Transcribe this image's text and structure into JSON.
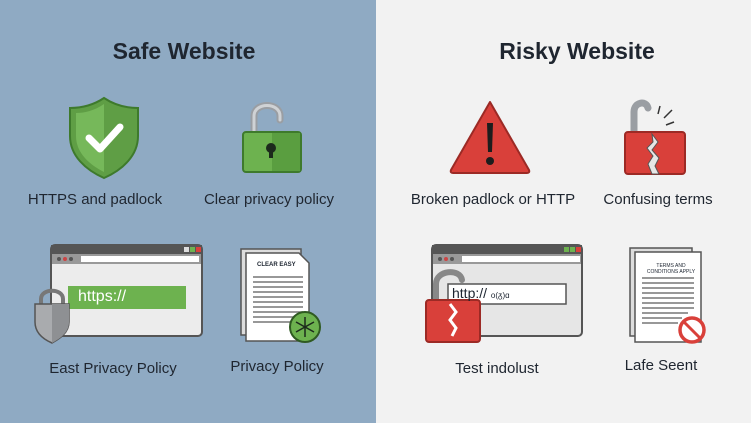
{
  "safe": {
    "title": "Safe Website",
    "items": [
      {
        "label": "HTTPS and padlock",
        "icon": "shield-check-icon"
      },
      {
        "label": "Clear privacy policy",
        "icon": "padlock-icon"
      },
      {
        "label": "East Privacy Policy",
        "icon": "browser-https-icon",
        "url_text": "https://"
      },
      {
        "label": "Privacy Policy",
        "icon": "document-icon",
        "doc_heading": "CLEAR EASY"
      }
    ]
  },
  "risky": {
    "title": "Risky Website",
    "items": [
      {
        "label": "Broken padlock or HTTP",
        "icon": "warning-triangle-icon"
      },
      {
        "label": "Confusing terms",
        "icon": "broken-padlock-icon"
      },
      {
        "label": "Test indolust",
        "icon": "browser-http-icon",
        "url_text": "http://",
        "url_suffix": "o(ᵹ)ɑ"
      },
      {
        "label": "Lafe Seent",
        "icon": "terms-document-icon",
        "doc_heading_1": "TERMS AND",
        "doc_heading_2": "CONDITIONS APPLY"
      }
    ]
  },
  "colors": {
    "safe_bg": "#8faac3",
    "risky_bg": "#f2f2f2",
    "green": "#6db24f",
    "red": "#d9403a"
  }
}
